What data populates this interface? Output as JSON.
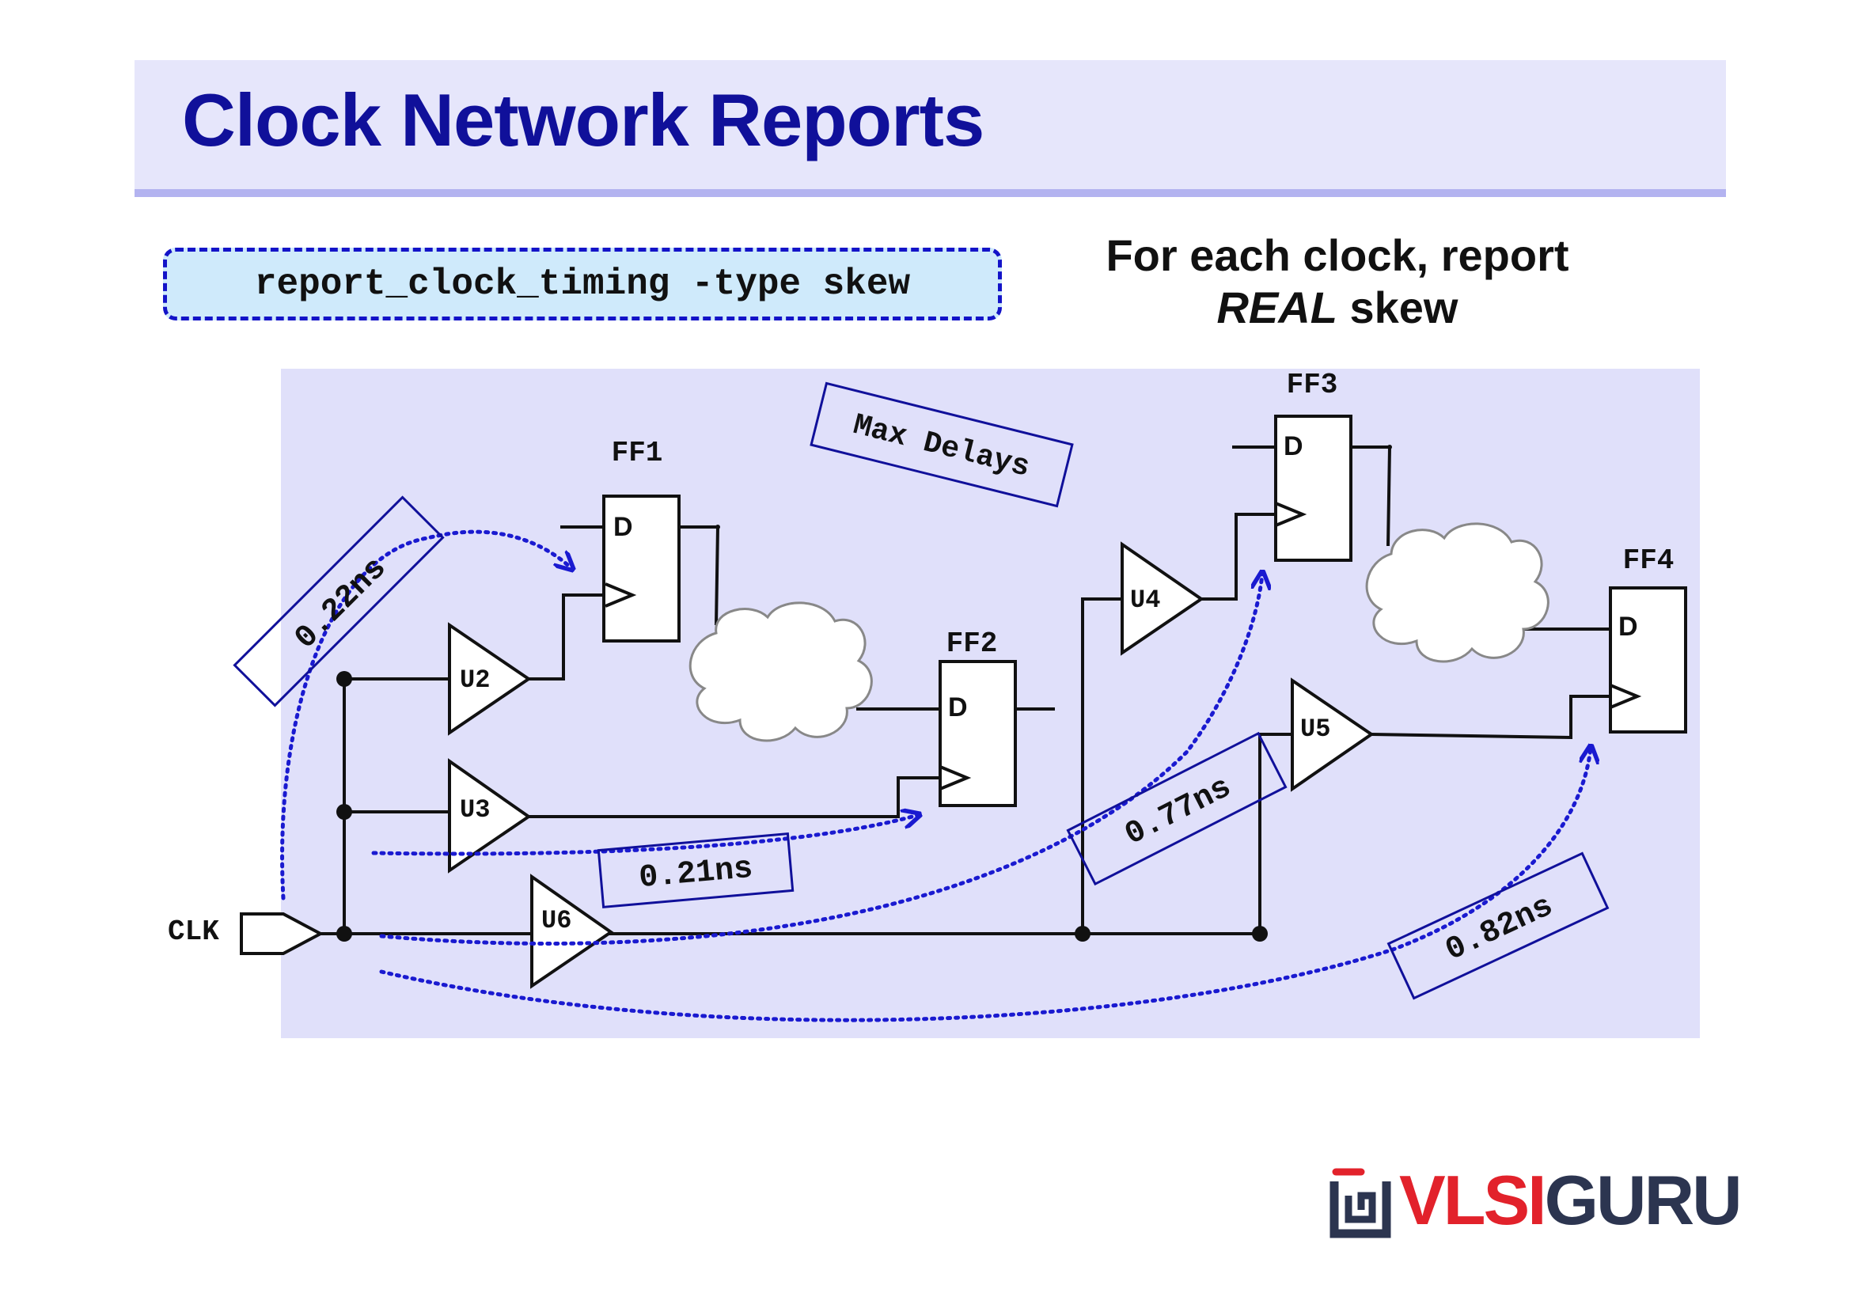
{
  "title": "Clock Network Reports",
  "command": "report_clock_timing -type skew",
  "note": {
    "line1": "For each clock, report",
    "emph": "REAL",
    "rest": " skew"
  },
  "diagram": {
    "tag": "Max Delays",
    "clock_port": "CLK",
    "flops": {
      "ff1": "FF1",
      "ff2": "FF2",
      "ff3": "FF3",
      "ff4": "FF4"
    },
    "flop_d_pin": "D",
    "buffers": {
      "u2": "U2",
      "u3": "U3",
      "u4": "U4",
      "u5": "U5",
      "u6": "U6"
    },
    "delays": {
      "ff1": "0.22ns",
      "ff2": "0.21ns",
      "ff3": "0.77ns",
      "ff4": "0.82ns"
    },
    "colors": {
      "panel": "#e0e0fa",
      "arrow": "#1a1ad0",
      "box": "#10109a"
    }
  },
  "logo": {
    "part1": "VLSI",
    "part2": "GURU",
    "mark": "vlsiguru-logo-icon"
  }
}
